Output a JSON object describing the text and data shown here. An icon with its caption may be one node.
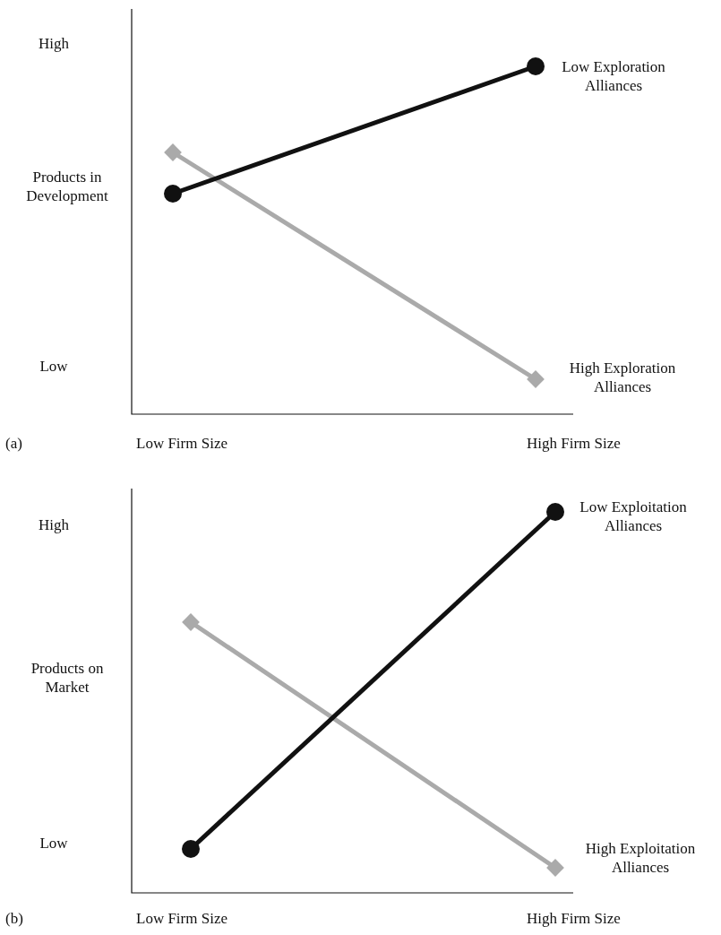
{
  "diagram": {
    "labels": [
      "High",
      "Low Exploration Alliances",
      "Products in Development",
      "Low",
      "High Exploration Alliances",
      "(a)",
      "Low Firm Size",
      "High Firm Size",
      "High",
      "Low Exploitation Alliances",
      "Products on Market",
      "Low",
      "High Exploitation Alliances",
      "(b)",
      "Low Firm Size",
      "High Firm Size"
    ]
  }
}
